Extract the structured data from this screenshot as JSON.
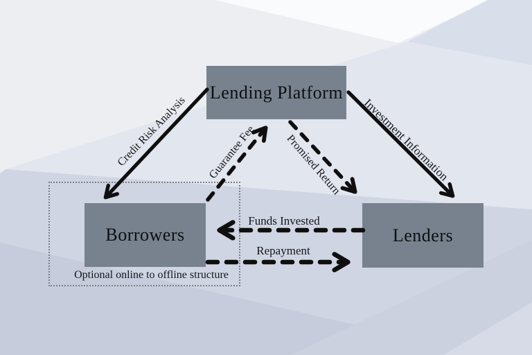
{
  "diagram": {
    "title": "P2P lending structure diagram",
    "nodes": {
      "platform": {
        "label": "Lending Platform"
      },
      "borrowers": {
        "label": "Borrowers"
      },
      "lenders": {
        "label": "Lenders"
      }
    },
    "edges": [
      {
        "id": "credit-risk-analysis",
        "label": "Credit Risk Analysis",
        "style": "solid",
        "from": "platform",
        "to": "borrowers"
      },
      {
        "id": "guarantee-fee",
        "label": "Guarantee Fee",
        "style": "dashed",
        "from": "borrowers",
        "to": "platform"
      },
      {
        "id": "promised-return",
        "label": "Promised Return",
        "style": "dashed",
        "from": "platform",
        "to": "lenders"
      },
      {
        "id": "investment-information",
        "label": "Investment Information",
        "style": "solid",
        "from": "platform",
        "to": "lenders"
      },
      {
        "id": "funds-invested",
        "label": "Funds Invested",
        "style": "dashed",
        "from": "lenders",
        "to": "borrowers"
      },
      {
        "id": "repayment",
        "label": "Repayment",
        "style": "dashed",
        "from": "borrowers",
        "to": "lenders"
      }
    ],
    "annotation": {
      "label": "Optional online to offline structure"
    },
    "colors": {
      "node_fill": "#77828e",
      "node_text": "#0e0f12",
      "arrow": "#0f0f0f",
      "dotted_border": "#7c7e84",
      "background_base": "#e9ebef",
      "background_bottom": "#cfd5e2"
    }
  }
}
